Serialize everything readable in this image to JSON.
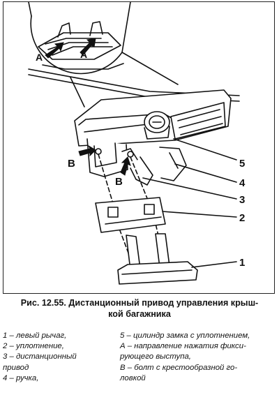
{
  "figure": {
    "callouts": {
      "c1": "1",
      "c2": "2",
      "c3": "3",
      "c4": "4",
      "c5": "5",
      "a_left": "A",
      "a_right": "A",
      "b_left": "B",
      "b_right": "B"
    }
  },
  "caption": {
    "line1": "Рис. 12.55. Дистанционный привод управления крыш-",
    "line2": "кой багажника"
  },
  "legend": {
    "left": [
      "1 – левый рычаг,",
      "2 – уплотнение,",
      "3 – дистанционный",
      "привод",
      "4 – ручка,"
    ],
    "right": [
      "5 – цилиндр замка с уплотнением,",
      "А – направление нажатия фикси-",
      "рующего выступа,",
      "В – болт с крестообразной го-",
      "ловкой"
    ]
  }
}
